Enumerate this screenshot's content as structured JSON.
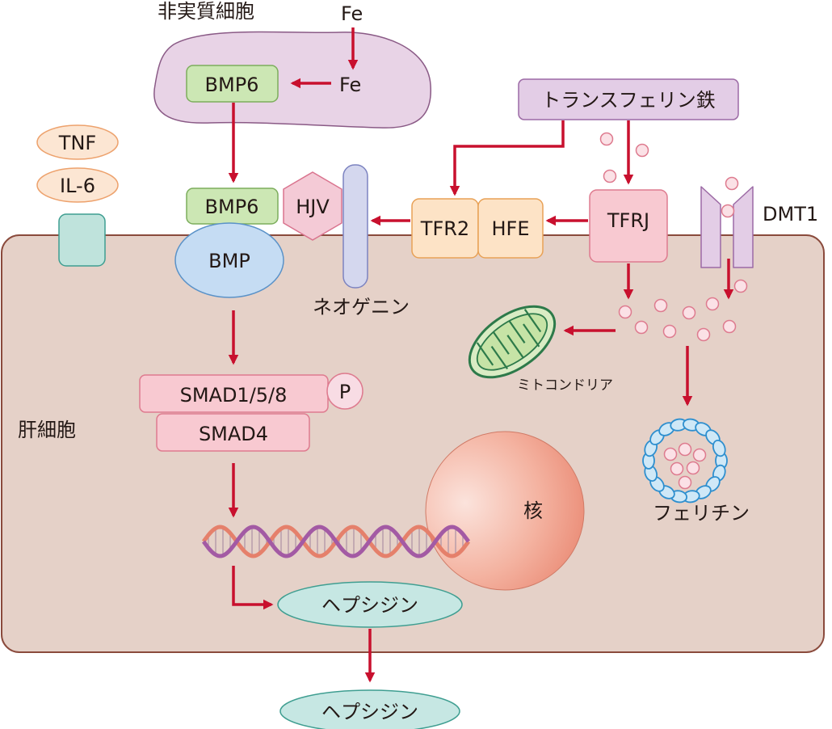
{
  "labels": {
    "parenchymal_cell": "非実質細胞",
    "fe_top": "Fe",
    "fe_inner": "Fe",
    "bmp6_inner": "BMP6",
    "bmp6_membrane": "BMP6",
    "hjv": "HJV",
    "bmp": "BMP",
    "neogenin": "ネオゲニン",
    "tnf": "TNF",
    "il6": "IL-6",
    "transferrin_iron": "トランスフェリン鉄",
    "tfr2": "TFR2",
    "hfe": "HFE",
    "tfrj": "TFRJ",
    "dmt1": "DMT1",
    "mitochondria": "ミトコンドリア",
    "smad158": "SMAD1/5/8",
    "phospho": "P",
    "smad4": "SMAD4",
    "hepatocyte": "肝細胞",
    "nucleus": "核",
    "ferritin": "フェリチン",
    "hepcidin_inner": "ヘプシジン",
    "hepcidin_outer": "ヘプシジン"
  }
}
